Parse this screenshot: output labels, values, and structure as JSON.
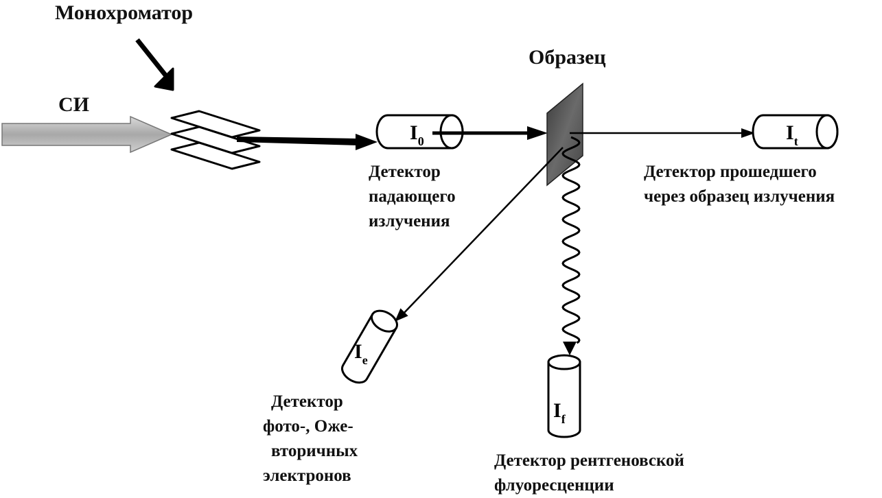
{
  "labels": {
    "monochromator": "Монохроматор",
    "sr": "СИ",
    "sample": "Образец",
    "incident_detector": [
      "Детектор",
      "падающего",
      "излучения"
    ],
    "transmitted_detector": [
      "Детектор прошедшего",
      "через образец излучения"
    ],
    "electron_detector": [
      "Детектор",
      "фото-, Оже-",
      "вторичных",
      "электронов"
    ],
    "fluorescence_detector": [
      "Детектор рентгеновской",
      "флуоресценции"
    ]
  },
  "detectors": {
    "i0": {
      "symbol": "I",
      "subscript": "0"
    },
    "it": {
      "symbol": "I",
      "subscript": "t"
    },
    "ie": {
      "symbol": "I",
      "subscript": "e"
    },
    "if": {
      "symbol": "I",
      "subscript": "f"
    }
  },
  "colors": {
    "line": "#000000",
    "sr_arrow_fill": "#b8b8b8",
    "sample_fill": "#555555"
  }
}
